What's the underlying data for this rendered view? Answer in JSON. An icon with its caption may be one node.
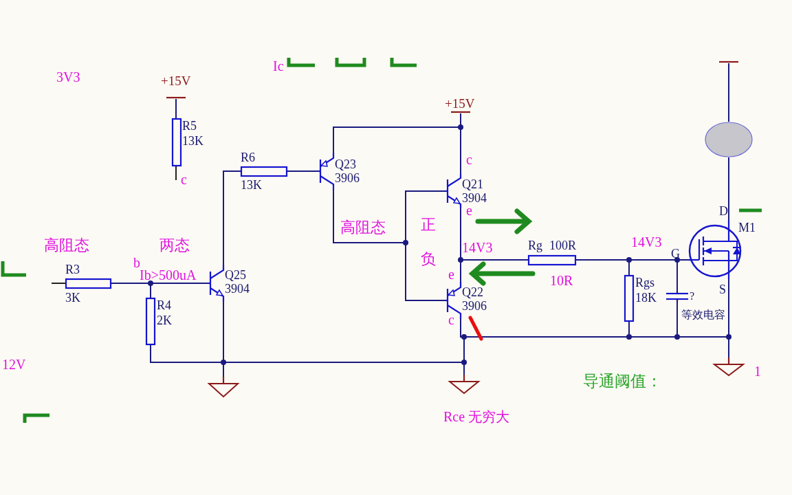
{
  "diagram": {
    "nodes": [
      {
        "text": [
          "+15V"
        ]
      },
      {
        "text": [
          "R5",
          "13K"
        ]
      },
      {
        "text": [
          "R6",
          "13K"
        ]
      },
      {
        "text": [
          "Q23",
          "3906"
        ]
      },
      {
        "text": [
          "+15V"
        ]
      },
      {
        "text": [
          "Q21",
          "3904"
        ]
      },
      {
        "text": [],
        "shape": "bar"
      },
      {
        "text": [],
        "shape": "ellipse"
      },
      {
        "text": [
          "M1"
        ]
      },
      {
        "text": [
          "R3",
          "3K"
        ]
      },
      {
        "text": [
          "Q25",
          "3904"
        ]
      },
      {
        "text": [
          "R4",
          "2K"
        ]
      },
      {
        "text": [
          "Q22",
          "3906"
        ]
      },
      {
        "text": [
          "Rg",
          "100R"
        ]
      },
      {
        "text": [
          "Rgs",
          "18K"
        ]
      },
      {
        "text": [
          "?"
        ],
        "beside": [
          "等效电容"
        ]
      },
      {
        "text": [],
        "shape": "triangle"
      },
      {
        "text": [],
        "shape": "triangle"
      },
      {
        "text": [],
        "shape": "triangle"
      }
    ],
    "edges": [
      {
        "from": 0,
        "to": 1,
        "arrow": "none"
      },
      {
        "from": 2,
        "to": 3,
        "arrow": "none"
      },
      {
        "from": 10,
        "to": 2,
        "arrow": "none"
      },
      {
        "from": 4,
        "to": 3,
        "arrow": "none"
      },
      {
        "from": 4,
        "to": 5,
        "arrow": "none"
      },
      {
        "from": 3,
        "to": 5,
        "arrow": "none"
      },
      {
        "from": 3,
        "to": 12,
        "arrow": "none"
      },
      {
        "from": 5,
        "to": 13,
        "arrow": "none"
      },
      {
        "from": 12,
        "to": 13,
        "arrow": "none"
      },
      {
        "from": 13,
        "to": 14,
        "arrow": "none"
      },
      {
        "from": 13,
        "to": 15,
        "arrow": "none"
      },
      {
        "from": 13,
        "to": 8,
        "arrow": "none"
      },
      {
        "from": 9,
        "to": 10,
        "arrow": "none"
      },
      {
        "from": 9,
        "to": 11,
        "arrow": "none"
      },
      {
        "from": 11,
        "to": 16,
        "arrow": "none"
      },
      {
        "from": 10,
        "to": 16,
        "arrow": "none"
      },
      {
        "from": 16,
        "to": 17,
        "arrow": "none"
      },
      {
        "from": 12,
        "to": 17,
        "arrow": "none"
      },
      {
        "from": 12,
        "to": 14,
        "arrow": "none"
      },
      {
        "from": 14,
        "to": 15,
        "arrow": "none"
      },
      {
        "from": 15,
        "to": 18,
        "arrow": "none"
      },
      {
        "from": 8,
        "to": 18,
        "arrow": "none"
      },
      {
        "from": 7,
        "to": 8,
        "arrow": "none"
      },
      {
        "from": 6,
        "to": 7,
        "arrow": "none"
      }
    ],
    "labels": [
      "3V3",
      "Ic",
      "c",
      "高阻态",
      "两态",
      "b",
      "Ib>500uA",
      "12V",
      "高阻态",
      "正",
      "负",
      "c",
      "e",
      "14V3",
      "e",
      "c",
      "10R",
      "14V3",
      "D",
      "G",
      "S",
      "1",
      "Rce 无穷大",
      "导通阈值："
    ]
  }
}
